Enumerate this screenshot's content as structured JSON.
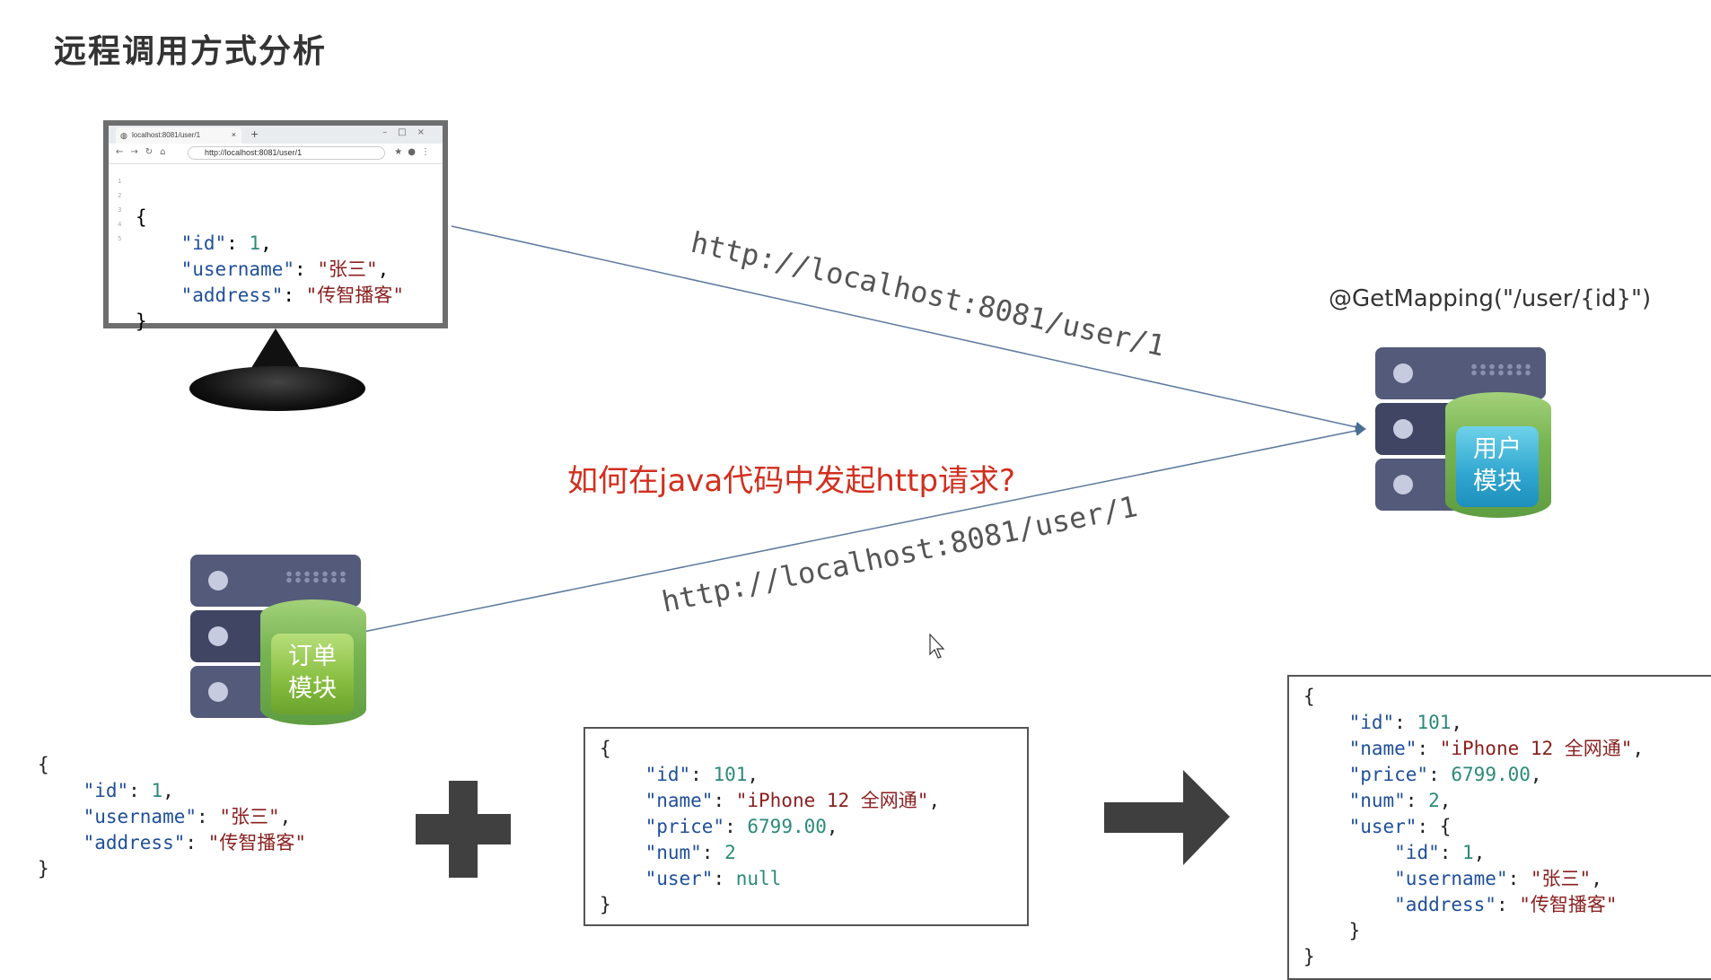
{
  "title": "远程调用方式分析",
  "browser": {
    "tab_title": "localhost:8081/user/1",
    "url": "http://localhost:8081/user/1"
  },
  "requests": {
    "top_url": "http://localhost:8081/user/1",
    "bottom_url": "http://localhost:8081/user/1"
  },
  "user_module": {
    "mapping": "@GetMapping(\"/user/{id}\")",
    "label_line1": "用户",
    "label_line2": "模块"
  },
  "order_module": {
    "label_line1": "订单",
    "label_line2": "模块"
  },
  "question": "如何在java代码中发起http请求?",
  "user_json": {
    "id_key": "\"id\"",
    "id_val": "1",
    "username_key": "\"username\"",
    "username_val": "\"张三\"",
    "address_key": "\"address\"",
    "address_val": "\"传智播客\""
  },
  "order_json": {
    "id_key": "\"id\"",
    "id_val": "101",
    "name_key": "\"name\"",
    "name_val": "\"iPhone 12 全网通\"",
    "price_key": "\"price\"",
    "price_val": "6799.00",
    "num_key": "\"num\"",
    "num_val": "2",
    "user_key": "\"user\"",
    "user_val": "null"
  },
  "colors": {
    "arrow_line": "#5b7a9c",
    "question": "#d22f1f",
    "key": "#1f4f9a",
    "string": "#8a1f1f",
    "number": "#2b8a7a"
  },
  "icons": [
    "monitor-icon",
    "server-icon",
    "plus-icon",
    "arrow-right-icon",
    "cursor-icon"
  ]
}
